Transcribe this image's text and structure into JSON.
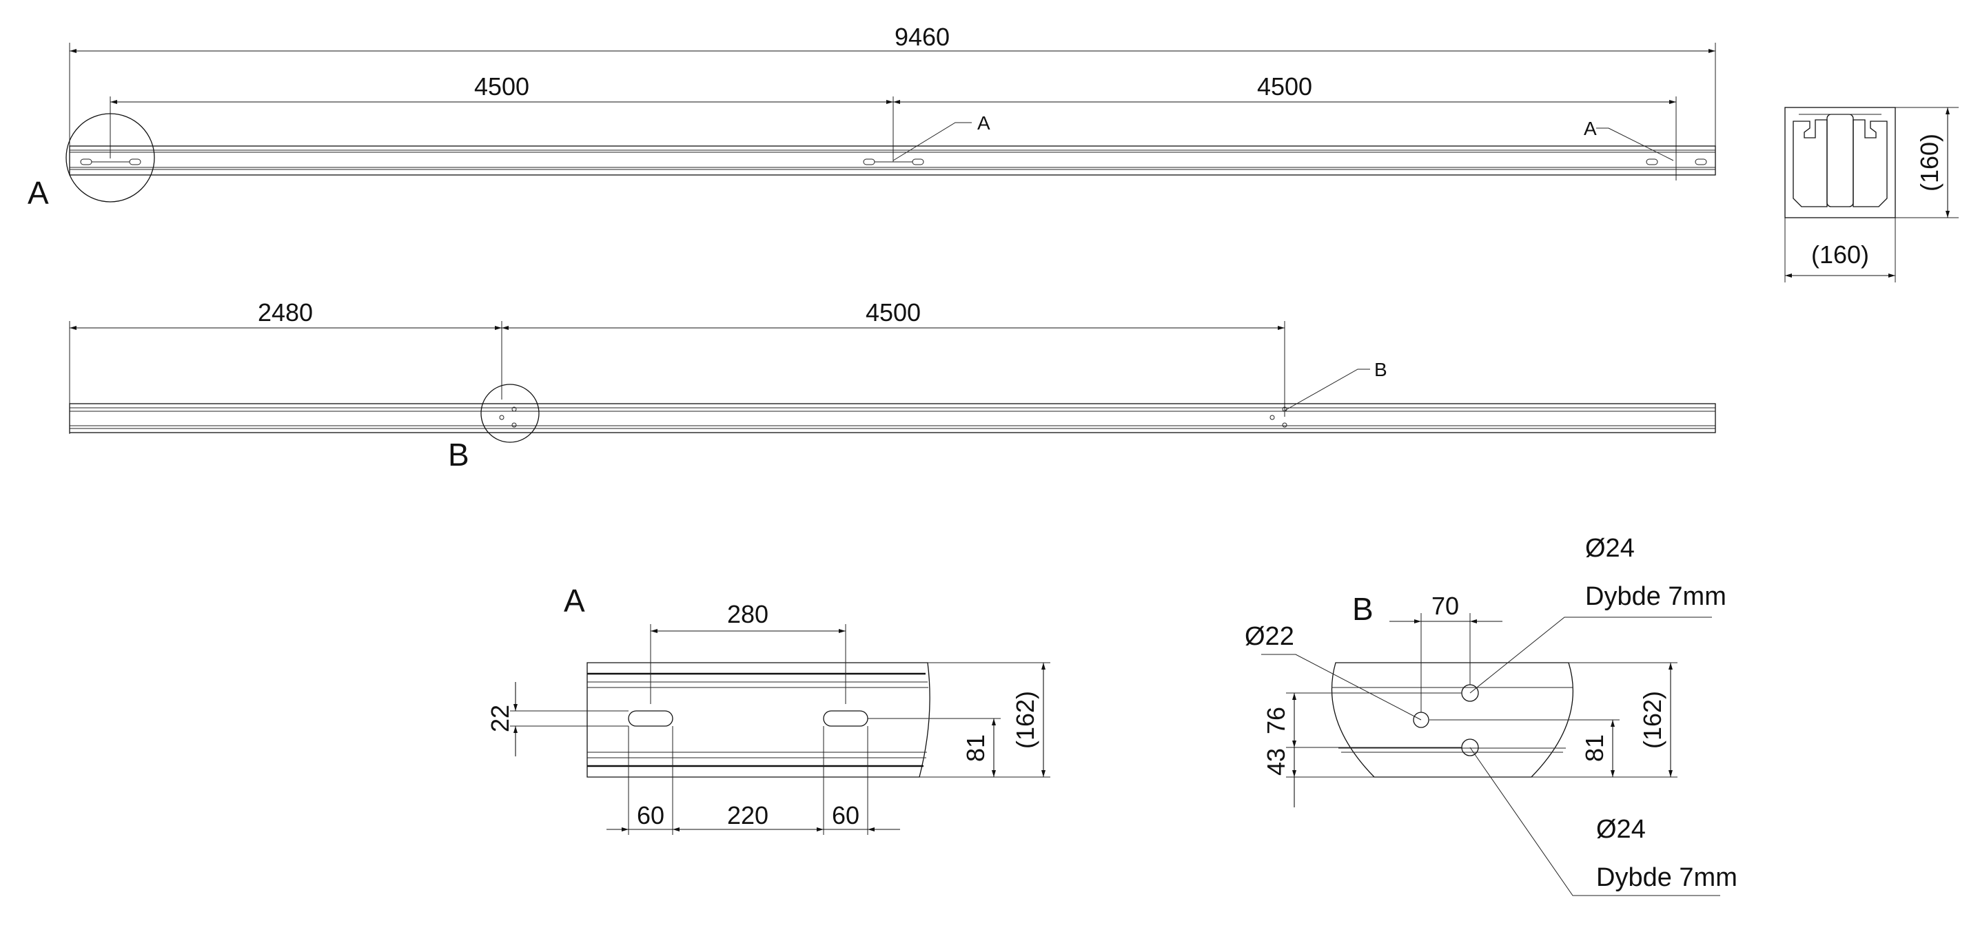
{
  "top_view": {
    "overall": "9460",
    "spacing_left": "4500",
    "spacing_right": "4500",
    "callout_a1": "A",
    "callout_a2": "A",
    "detail_label": "A"
  },
  "bottom_view": {
    "offset": "2480",
    "spacing": "4500",
    "callout_b": "B",
    "detail_label": "B"
  },
  "section": {
    "height": "(160)",
    "width": "(160)"
  },
  "detail_a": {
    "title": "A",
    "slot_spacing": "280",
    "slot_width_left": "60",
    "slot_gap": "220",
    "slot_width_right": "60",
    "slot_height": "22",
    "center_height": "81",
    "total_height": "(162)"
  },
  "detail_b": {
    "title": "B",
    "hole_offset": "70",
    "hole_small": "Ø22",
    "hole_large_top": "Ø24",
    "depth_top": "Dybde 7mm",
    "hole_large_bottom": "Ø24",
    "depth_bottom": "Dybde 7mm",
    "dim_76": "76",
    "dim_43": "43",
    "center_height": "81",
    "total_height": "(162)"
  }
}
